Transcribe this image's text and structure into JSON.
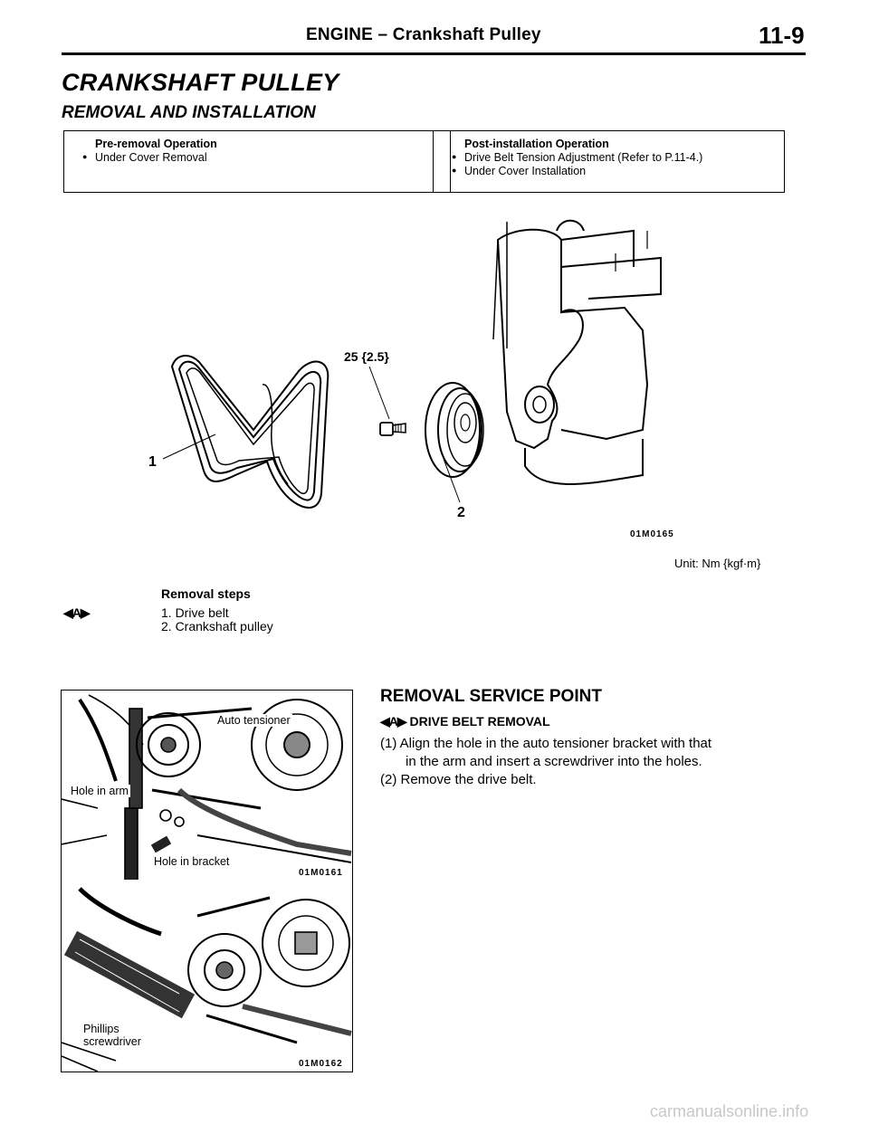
{
  "header": {
    "section": "ENGINE",
    "dash": "–",
    "subsection": "Crankshaft Pulley",
    "page_number": "11-9"
  },
  "title": "CRANKSHAFT PULLEY",
  "subtitle": "REMOVAL AND INSTALLATION",
  "pre_removal": {
    "title": "Pre-removal Operation",
    "items": [
      "Under Cover Removal"
    ]
  },
  "post_installation": {
    "title": "Post-installation Operation",
    "items": [
      "Drive Belt Tension Adjustment (Refer to P.11-4.)",
      "Under Cover Installation"
    ]
  },
  "diagram": {
    "torque": "25 {2.5}",
    "label_1": "1",
    "label_2": "2",
    "code": "01M0165",
    "unit": "Unit: Nm {kgf·m}"
  },
  "removal": {
    "heading": "Removal steps",
    "marker": "◀A▶",
    "steps": [
      "1. Drive belt",
      "2. Crankshaft pulley"
    ]
  },
  "photo1": {
    "labels": {
      "auto_tensioner": "Auto tensioner",
      "hole_in_arm": "Hole in arm",
      "hole_in_bracket": "Hole in bracket"
    },
    "code": "01M0161"
  },
  "photo2": {
    "label_line1": "Phillips",
    "label_line2": "screwdriver",
    "code": "01M0162"
  },
  "service": {
    "heading": "REMOVAL SERVICE POINT",
    "marker": "◀A▶",
    "subheading": "DRIVE BELT REMOVAL",
    "step1_line1": "(1) Align the hole in the auto tensioner bracket with that",
    "step1_line2": "in the arm and insert a screwdriver into the holes.",
    "step2": "(2) Remove the drive belt."
  },
  "watermark": "carmanualsonline.info"
}
